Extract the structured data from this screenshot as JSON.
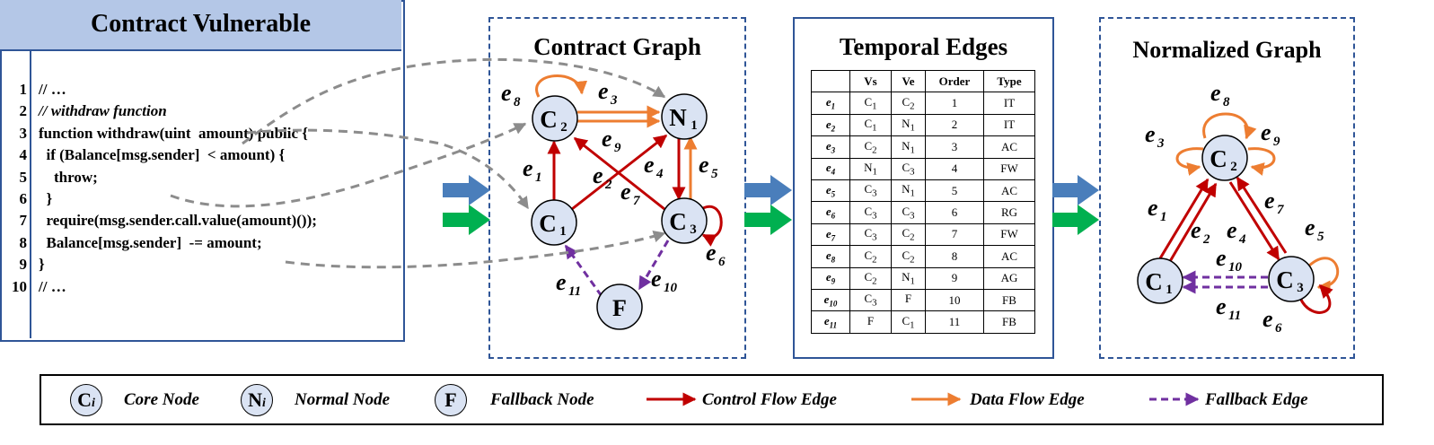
{
  "panels": {
    "code_title": "Contract Vulnerable",
    "graph_title": "Contract Graph",
    "edges_title": "Temporal Edges",
    "norm_title": "Normalized Graph"
  },
  "code_lines": [
    {
      "num": "1",
      "text": "// …"
    },
    {
      "num": "2",
      "text": "// withdraw function"
    },
    {
      "num": "3",
      "text": "function withdraw(uint  amount) public {"
    },
    {
      "num": "4",
      "text": "  if (Balance[msg.sender]  < amount) {"
    },
    {
      "num": "5",
      "text": "    throw;"
    },
    {
      "num": "6",
      "text": "  }"
    },
    {
      "num": "7",
      "text": "  require(msg.sender.call.value(amount)());"
    },
    {
      "num": "8",
      "text": "  Balance[msg.sender]  -= amount;"
    },
    {
      "num": "9",
      "text": "}"
    },
    {
      "num": "10",
      "text": "// …"
    }
  ],
  "table": {
    "headers": [
      "",
      "Vs",
      "Ve",
      "Order",
      "Type"
    ],
    "rows": [
      {
        "edge": "e",
        "sub": "1",
        "vs": "C",
        "vs_sub": "1",
        "ve": "C",
        "ve_sub": "2",
        "order": "1",
        "type": "IT"
      },
      {
        "edge": "e",
        "sub": "2",
        "vs": "C",
        "vs_sub": "1",
        "ve": "N",
        "ve_sub": "1",
        "order": "2",
        "type": "IT"
      },
      {
        "edge": "e",
        "sub": "3",
        "vs": "C",
        "vs_sub": "2",
        "ve": "N",
        "ve_sub": "1",
        "order": "3",
        "type": "AC"
      },
      {
        "edge": "e",
        "sub": "4",
        "vs": "N",
        "vs_sub": "1",
        "ve": "C",
        "ve_sub": "3",
        "order": "4",
        "type": "FW"
      },
      {
        "edge": "e",
        "sub": "5",
        "vs": "C",
        "vs_sub": "3",
        "ve": "N",
        "ve_sub": "1",
        "order": "5",
        "type": "AC"
      },
      {
        "edge": "e",
        "sub": "6",
        "vs": "C",
        "vs_sub": "3",
        "ve": "C",
        "ve_sub": "3",
        "order": "6",
        "type": "RG"
      },
      {
        "edge": "e",
        "sub": "7",
        "vs": "C",
        "vs_sub": "3",
        "ve": "C",
        "ve_sub": "2",
        "order": "7",
        "type": "FW"
      },
      {
        "edge": "e",
        "sub": "8",
        "vs": "C",
        "vs_sub": "2",
        "ve": "C",
        "ve_sub": "2",
        "order": "8",
        "type": "AC"
      },
      {
        "edge": "e",
        "sub": "9",
        "vs": "C",
        "vs_sub": "2",
        "ve": "N",
        "ve_sub": "1",
        "order": "9",
        "type": "AG"
      },
      {
        "edge": "e",
        "sub": "10",
        "vs": "C",
        "vs_sub": "3",
        "ve": "F",
        "ve_sub": "",
        "order": "10",
        "type": "FB"
      },
      {
        "edge": "e",
        "sub": "11",
        "vs": "F",
        "vs_sub": "",
        "ve": "C",
        "ve_sub": "1",
        "order": "11",
        "type": "FB"
      }
    ]
  },
  "graph_nodes": {
    "c1": {
      "main": "C",
      "sub": "1"
    },
    "c2": {
      "main": "C",
      "sub": "2"
    },
    "c3": {
      "main": "C",
      "sub": "3"
    },
    "n1": {
      "main": "N",
      "sub": "1"
    },
    "f": {
      "main": "F",
      "sub": ""
    }
  },
  "edge_labels": {
    "e1": {
      "main": "e",
      "sub": "1"
    },
    "e2": {
      "main": "e",
      "sub": "2"
    },
    "e3": {
      "main": "e",
      "sub": "3"
    },
    "e4": {
      "main": "e",
      "sub": "4"
    },
    "e5": {
      "main": "e",
      "sub": "5"
    },
    "e6": {
      "main": "e",
      "sub": "6"
    },
    "e7": {
      "main": "e",
      "sub": "7"
    },
    "e8": {
      "main": "e",
      "sub": "8"
    },
    "e9": {
      "main": "e",
      "sub": "9"
    },
    "e10": {
      "main": "e",
      "sub": "10"
    },
    "e11": {
      "main": "e",
      "sub": "11"
    }
  },
  "legend": {
    "core_symbol": "C",
    "core_sub": "i",
    "core_label": "Core Node",
    "normal_symbol": "N",
    "normal_sub": "i",
    "normal_label": "Normal Node",
    "fallback_symbol": "F",
    "fallback_label": "Fallback Node",
    "control_label": "Control Flow Edge",
    "data_label": "Data Flow Edge",
    "fallback_edge_label": "Fallback Edge"
  },
  "colors": {
    "control_flow": "#c00000",
    "data_flow": "#ed7d31",
    "fallback": "#7030a0",
    "node_fill": "#dae3f3",
    "panel_border": "#2f5597",
    "blue_arrow": "#4a7ebb",
    "green_arrow": "#00b050",
    "dashed_grey": "#8c8c8c"
  }
}
